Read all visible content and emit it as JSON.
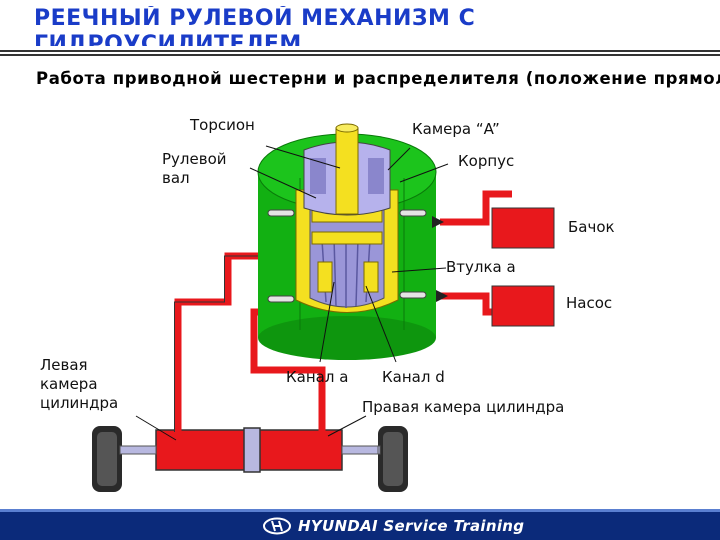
{
  "header": {
    "title": "РЕЕЧНЫЙ РУЛЕВОЙ МЕХАНИЗМ С ГИДРОУСИЛИТЕЛЕМ",
    "subtitle": "Работа приводной шестерни и распределителя (положение прямолинейного движения)"
  },
  "labels": {
    "torsion": "Торсион",
    "steering_shaft": "Рулевой вал",
    "chamber_a": "Камера “A”",
    "housing": "Корпус",
    "reservoir": "Бачок",
    "sleeve": "Втулка a",
    "pump": "Насос",
    "channel_a": "Канал a",
    "channel_d": "Канал d",
    "left_cylinder": "Левая камера цилиндра",
    "right_cylinder": "Правая камера цилиндра"
  },
  "colors": {
    "title_blue": "#1a3cc8",
    "housing_green": "#12b012",
    "fluid_red": "#e8181c",
    "valve_yellow": "#f4e020",
    "body_lavender": "#a8a8e8",
    "footer_blue": "#0b2a7a"
  },
  "footer": {
    "logo_icon": "hyundai-logo-icon",
    "brand": "HYUNDAI Service Training"
  }
}
